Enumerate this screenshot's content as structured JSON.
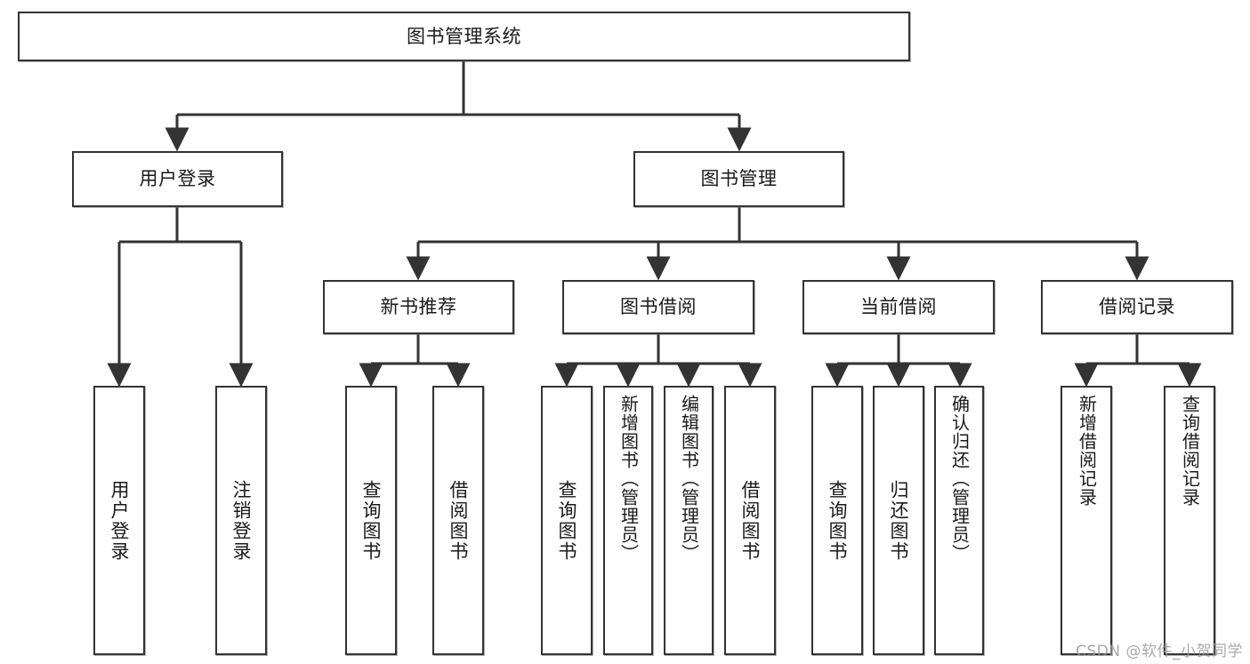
{
  "diagram": {
    "title": "图书管理系统",
    "type": "tree-hierarchy",
    "watermark": "CSDN @软件_小贺同学",
    "accent_color": "#333333",
    "background_color": "#ffffff",
    "nodes": {
      "root": {
        "label": "图书管理系统"
      },
      "level2": [
        {
          "id": "user-login",
          "label": "用户登录"
        },
        {
          "id": "book-manage",
          "label": "图书管理"
        }
      ],
      "level3": [
        {
          "id": "new-book-recommend",
          "label": "新书推荐"
        },
        {
          "id": "book-borrow",
          "label": "图书借阅"
        },
        {
          "id": "current-borrow",
          "label": "当前借阅"
        },
        {
          "id": "borrow-record",
          "label": "借阅记录"
        }
      ],
      "leaves": [
        {
          "id": "leaf-user-login",
          "label": "用户登录",
          "parent": "user-login"
        },
        {
          "id": "leaf-logout-login",
          "label": "注销登录",
          "parent": "user-login"
        },
        {
          "id": "leaf-query-book-1",
          "label": "查询图书",
          "parent": "new-book-recommend"
        },
        {
          "id": "leaf-borrow-book-1",
          "label": "借阅图书",
          "parent": "new-book-recommend"
        },
        {
          "id": "leaf-query-book-2",
          "label": "查询图书",
          "parent": "book-borrow"
        },
        {
          "id": "leaf-add-book",
          "label": "新增图书（管理员）",
          "parent": "book-borrow"
        },
        {
          "id": "leaf-edit-book",
          "label": "编辑图书（管理员）",
          "parent": "book-borrow"
        },
        {
          "id": "leaf-borrow-book-2",
          "label": "借阅图书",
          "parent": "book-borrow"
        },
        {
          "id": "leaf-query-book-3",
          "label": "查询图书",
          "parent": "current-borrow"
        },
        {
          "id": "leaf-return-book",
          "label": "归还图书",
          "parent": "current-borrow"
        },
        {
          "id": "leaf-confirm-return",
          "label": "确认归还（管理员）",
          "parent": "current-borrow"
        },
        {
          "id": "leaf-add-record",
          "label": "新增借阅记录",
          "parent": "borrow-record"
        },
        {
          "id": "leaf-query-record",
          "label": "查询借阅记录",
          "parent": "borrow-record"
        }
      ]
    }
  }
}
